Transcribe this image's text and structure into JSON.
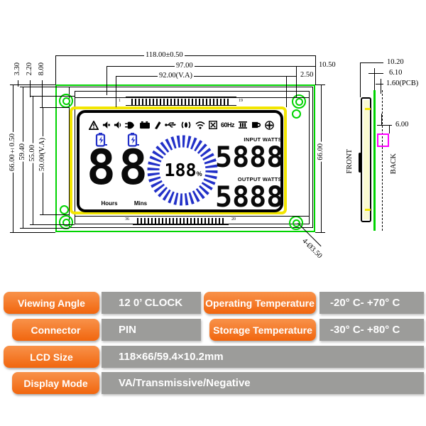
{
  "drawing": {
    "top_dims": {
      "d118": "118.00±0.50",
      "d97": "97.00",
      "d92": "92.00(V.A)",
      "d1050": "10.50",
      "d250": "2.50"
    },
    "left_dims": {
      "d66": "66.00±0.50",
      "d5940": "59.40",
      "d5500": "55.00",
      "d5000": "50.00(V.A)",
      "d330": "3.30",
      "d220": "2.20",
      "d800": "8.00"
    },
    "right_dim": "66.00",
    "hole_note": "4-Ø3.50",
    "pins": {
      "top_first": "1",
      "top_last": "19",
      "bottom_first": "36",
      "bottom_last": "20"
    },
    "side_view": {
      "front_label": "FRONT",
      "back_label": "BACK",
      "d1020": "10.20",
      "d610": "6.10",
      "d160": "1.60(PCB)",
      "d600": "6.00"
    },
    "lcd": {
      "status_icons": [
        "warning",
        "mute",
        "volume",
        "plug",
        "battery",
        "pen",
        "usb",
        "speaker",
        "wifi",
        "fan-60hz",
        "transformer",
        "pump",
        "fan"
      ],
      "freq_label": "60Hz",
      "time_value": "88",
      "hours_label": "Hours",
      "mins_label": "Mins",
      "gauge_value": "188",
      "gauge_unit": "%",
      "input_label": "INPUT WATTS",
      "input_value": "5888",
      "output_label": "OUTPUT WATTS",
      "output_value": "5888"
    },
    "colors": {
      "outline_green": "#00d400",
      "bezel_yellow": "#f3e600",
      "connector_magenta": "#ff00ff",
      "lcd_blue": "#2230c8"
    }
  },
  "spec_table": {
    "rows": [
      {
        "label": "Viewing Angle",
        "value": "12 0’ CLOCK"
      },
      {
        "label": "Operating Temperature",
        "value": "-20° C- +70° C"
      },
      {
        "label": "Connector",
        "value": "PIN"
      },
      {
        "label": "Storage Temperature",
        "value": "-30° C- +80° C"
      },
      {
        "label": "LCD Size",
        "value": "118×66/59.4×10.2mm"
      },
      {
        "label": "Display Mode",
        "value": "VA/Transmissive/Negative"
      }
    ]
  }
}
